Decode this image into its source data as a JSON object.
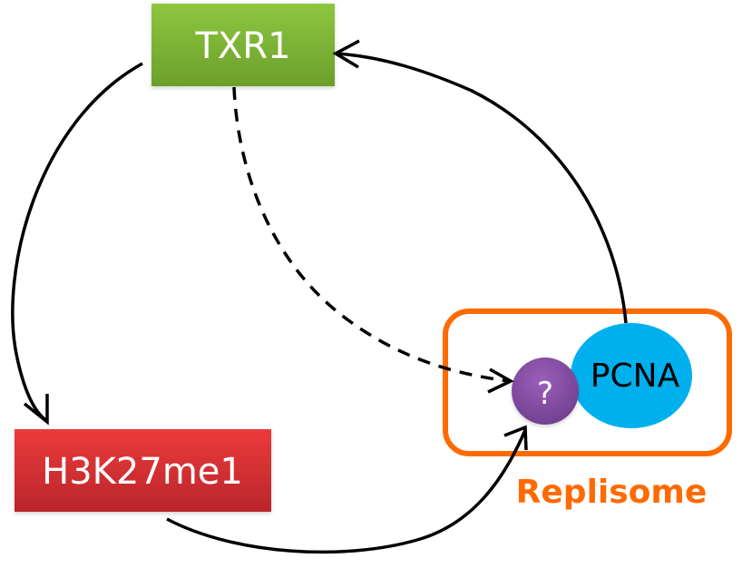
{
  "diagram": {
    "nodes": {
      "txr1": {
        "label": "TXR1",
        "color_top": "#8dc63f",
        "color_bottom": "#6c9f2b"
      },
      "h3k27me1": {
        "label": "H3K27me1",
        "color_top": "#ec3a3a",
        "color_bottom": "#b9262b"
      },
      "unknown": {
        "label": "?",
        "color_top": "#9b5fb8",
        "color_bottom": "#6f3f8f"
      },
      "pcna": {
        "label": "PCNA",
        "color": "#00b0ed"
      }
    },
    "group": {
      "label": "Replisome",
      "color": "#ff6a00"
    },
    "edges": [
      {
        "from": "TXR1",
        "to": "H3K27me1",
        "style": "solid"
      },
      {
        "from": "H3K27me1",
        "to": "?",
        "style": "solid"
      },
      {
        "from": "PCNA",
        "to": "TXR1",
        "style": "solid"
      },
      {
        "from": "TXR1",
        "to": "?",
        "style": "dashed"
      }
    ]
  }
}
